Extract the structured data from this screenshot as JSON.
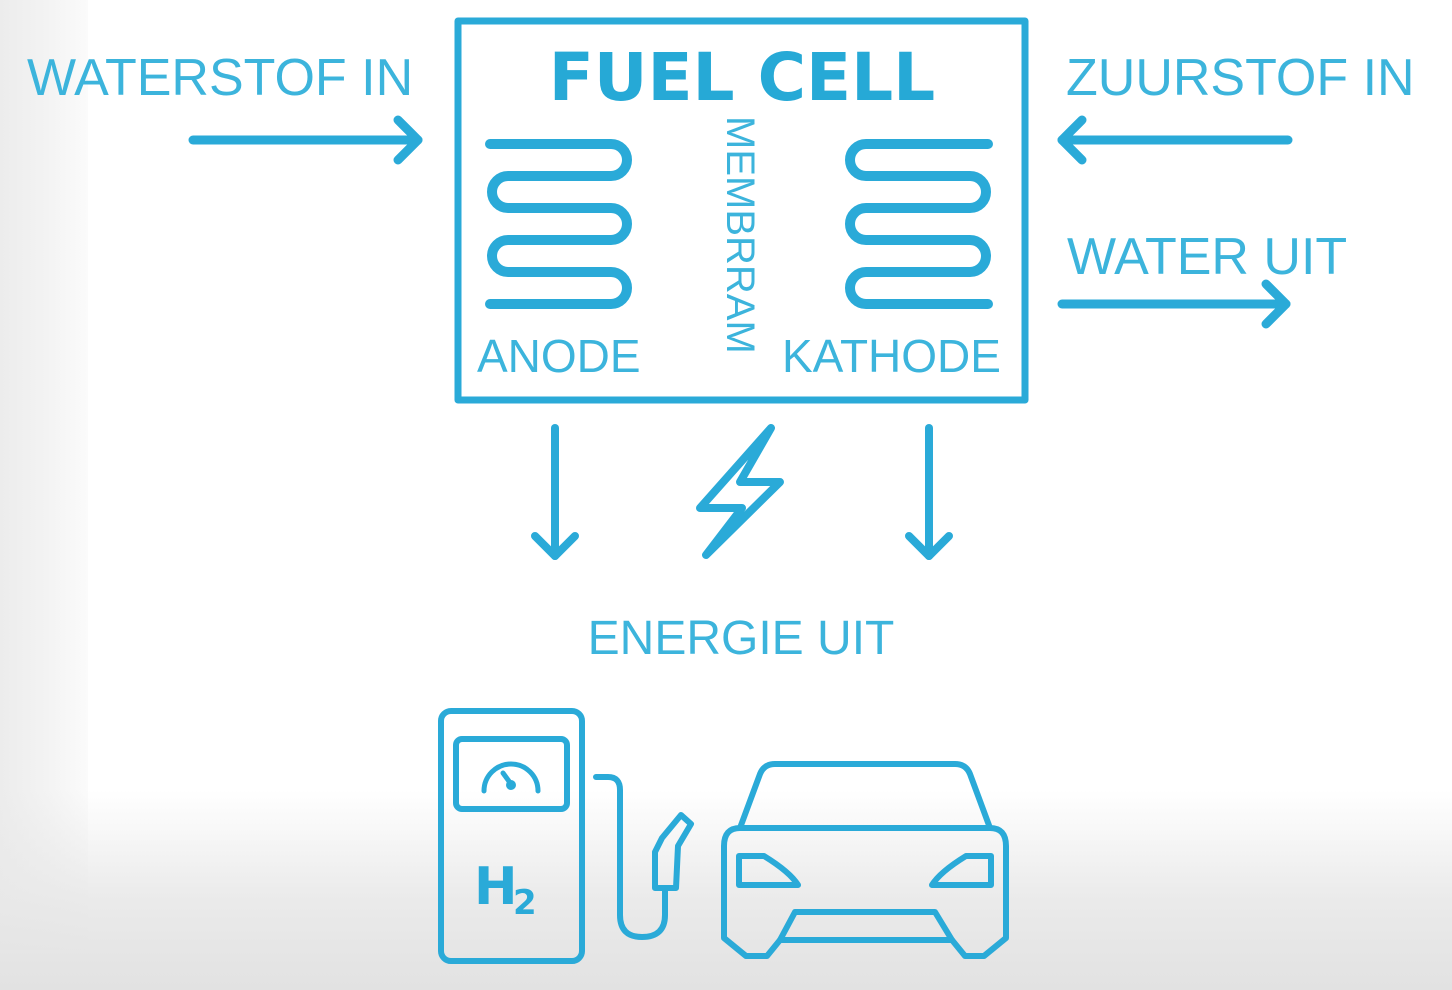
{
  "colors": {
    "accent": "#2aaad8",
    "label": "#3cb4dc"
  },
  "diagram": {
    "title": "FUEL CELL",
    "inputs": {
      "hydrogen": "WATERSTOF IN",
      "oxygen": "ZUURSTOF IN"
    },
    "outputs": {
      "water": "WATER UIT",
      "energy": "ENERGIE UIT"
    },
    "parts": {
      "anode": "ANODE",
      "membrane": "MEMBRRAM",
      "cathode": "KATHODE"
    },
    "pump_label": {
      "main": "H",
      "sub": "2"
    },
    "icons": [
      "lightning-icon",
      "fuel-pump-icon",
      "car-icon",
      "gauge-icon",
      "nozzle-icon"
    ]
  }
}
